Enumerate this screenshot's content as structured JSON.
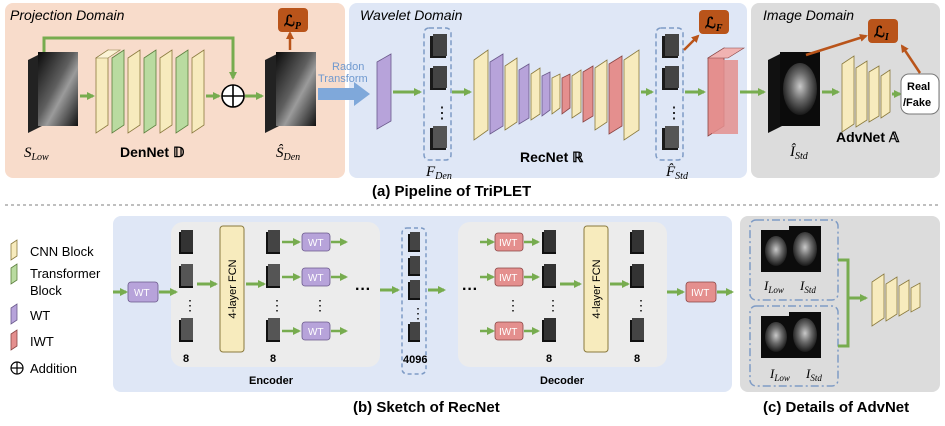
{
  "colors": {
    "projection_bg": "#f8dccb",
    "wavelet_bg": "#dfe7f6",
    "image_bg": "#dcdcdc",
    "encdec_bg": "#ececec",
    "cnn_block": "#f7ebbd",
    "transformer_block": "#b9dba0",
    "wt": "#b7a3da",
    "iwt": "#e48f8e",
    "arrow": "#77ac4f",
    "loss": "#b9541a",
    "dashed": "#7e9bc5"
  },
  "top": {
    "projection_title": "Projection Domain",
    "wavelet_title": "Wavelet Domain",
    "image_title": "Image Domain",
    "radon_line1": "Radon",
    "radon_line2": "Transform",
    "loss_p": "ℒ",
    "loss_p_sub": "P",
    "loss_f": "ℒ",
    "loss_f_sub": "F",
    "loss_i": "ℒ",
    "loss_i_sub": "I",
    "s_low": "S",
    "s_low_sub": "Low",
    "denet": "DenNet 𝔻",
    "s_den": "Ŝ",
    "s_den_sub": "Den",
    "f_den": "F",
    "f_den_sub": "Den",
    "recnet": "RecNet ℝ",
    "f_std": "F̂",
    "f_std_sub": "Std",
    "i_std": "Î",
    "i_std_sub": "Std",
    "advnet": "AdvNet 𝔸",
    "real_fake_1": "Real",
    "real_fake_2": "/Fake",
    "caption_a": "(a) Pipeline of TriPLET"
  },
  "legend": {
    "items": [
      {
        "label_1": "CNN Block",
        "label_2": ""
      },
      {
        "label_1": "Transformer",
        "label_2": "Block"
      },
      {
        "label_1": "WT",
        "label_2": ""
      },
      {
        "label_1": "IWT",
        "label_2": ""
      },
      {
        "label_1": "Addition",
        "label_2": ""
      }
    ]
  },
  "recnet_sketch": {
    "wt": "WT",
    "iwt": "IWT",
    "fcn": "4-layer FCN",
    "count_8": "8",
    "count_4096": "4096",
    "ellipsis": "···",
    "vdots": "⋮",
    "encoder": "Encoder",
    "decoder": "Decoder",
    "caption_b": "(b) Sketch of RecNet"
  },
  "advnet_details": {
    "i_low": "I",
    "i_low_sub": "Low",
    "i_std": "I",
    "i_std_sub": "Std",
    "caption_c": "(c) Details of AdvNet"
  }
}
